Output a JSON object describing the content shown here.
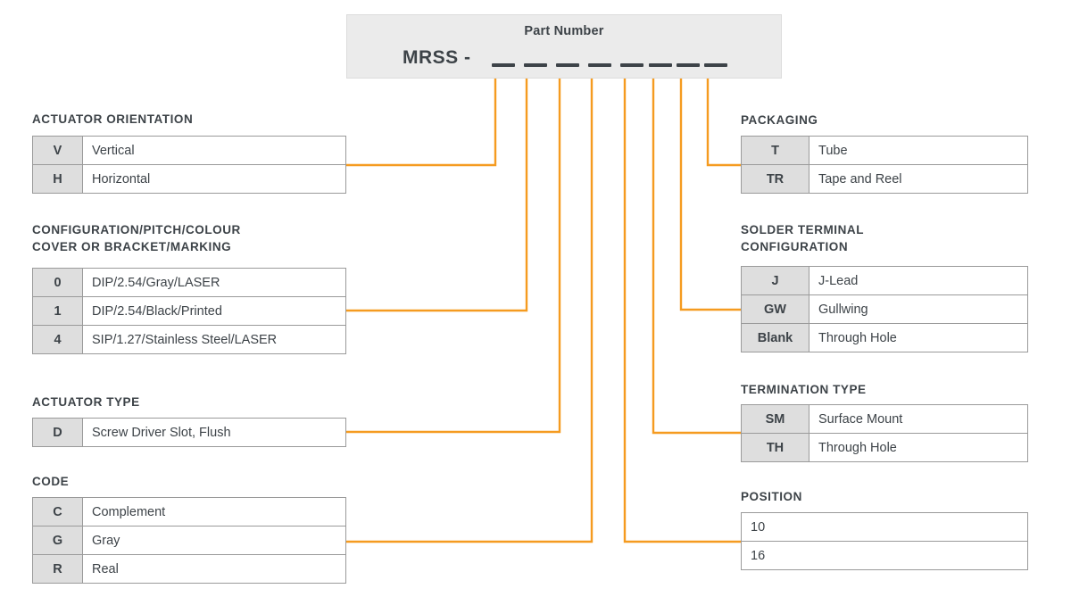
{
  "part_number": {
    "title": "Part Number",
    "prefix": "MRSS -",
    "slot_count": 8
  },
  "colors": {
    "connector": "#F59B20",
    "code_cell_bg": "#dedede",
    "header_bg": "#ebebeb",
    "text": "#3d4348",
    "border": "#9a9a9a"
  },
  "left_sections": [
    {
      "heading": "ACTUATOR ORIENTATION",
      "rows": [
        {
          "code": "V",
          "desc": "Vertical"
        },
        {
          "code": "H",
          "desc": "Horizontal"
        }
      ]
    },
    {
      "heading": "CONFIGURATION/PITCH/COLOUR\nCOVER OR BRACKET/MARKING",
      "rows": [
        {
          "code": "0",
          "desc": "DIP/2.54/Gray/LASER"
        },
        {
          "code": "1",
          "desc": "DIP/2.54/Black/Printed"
        },
        {
          "code": "4",
          "desc": "SIP/1.27/Stainless Steel/LASER"
        }
      ]
    },
    {
      "heading": "ACTUATOR TYPE",
      "rows": [
        {
          "code": "D",
          "desc": "Screw Driver Slot, Flush"
        }
      ]
    },
    {
      "heading": "CODE",
      "rows": [
        {
          "code": "C",
          "desc": "Complement"
        },
        {
          "code": "G",
          "desc": "Gray"
        },
        {
          "code": "R",
          "desc": "Real"
        }
      ]
    }
  ],
  "right_sections": [
    {
      "heading": "PACKAGING",
      "rows": [
        {
          "code": "T",
          "desc": "Tube"
        },
        {
          "code": "TR",
          "desc": "Tape and Reel"
        }
      ]
    },
    {
      "heading": "SOLDER TERMINAL\nCONFIGURATION",
      "rows": [
        {
          "code": "J",
          "desc": "J-Lead"
        },
        {
          "code": "GW",
          "desc": "Gullwing"
        },
        {
          "code": "Blank",
          "desc": "Through Hole"
        }
      ]
    },
    {
      "heading": "TERMINATION TYPE",
      "rows": [
        {
          "code": "SM",
          "desc": "Surface Mount"
        },
        {
          "code": "TH",
          "desc": "Through Hole"
        }
      ]
    },
    {
      "heading": "POSITION",
      "no_code_column": true,
      "rows": [
        {
          "desc": "10"
        },
        {
          "desc": "16"
        }
      ]
    }
  ]
}
